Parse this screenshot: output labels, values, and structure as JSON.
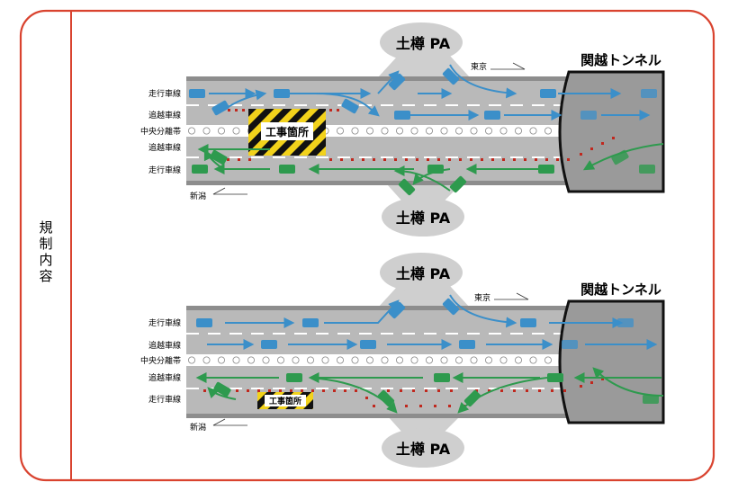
{
  "side_label": "規制内容",
  "lane_labels": {
    "run": "走行車線",
    "pass": "追越車線",
    "median": "中央分離帯"
  },
  "direction_labels": {
    "tokyo": "東京",
    "niigata": "新潟"
  },
  "tunnel_name": "関越トンネル",
  "parking_area_name": "土樽 PA",
  "work_zone_label": "工事箇所",
  "colors": {
    "frame": "#d9432f",
    "road": "#b9b9b9",
    "median_band": "#ffffff",
    "up_car": "#3b8fc9",
    "down_car": "#2e9a4e",
    "cone_dots": "#c0281e",
    "parking_area": "#cfcfcf",
    "tunnel_inner": "#9a9a9a"
  }
}
